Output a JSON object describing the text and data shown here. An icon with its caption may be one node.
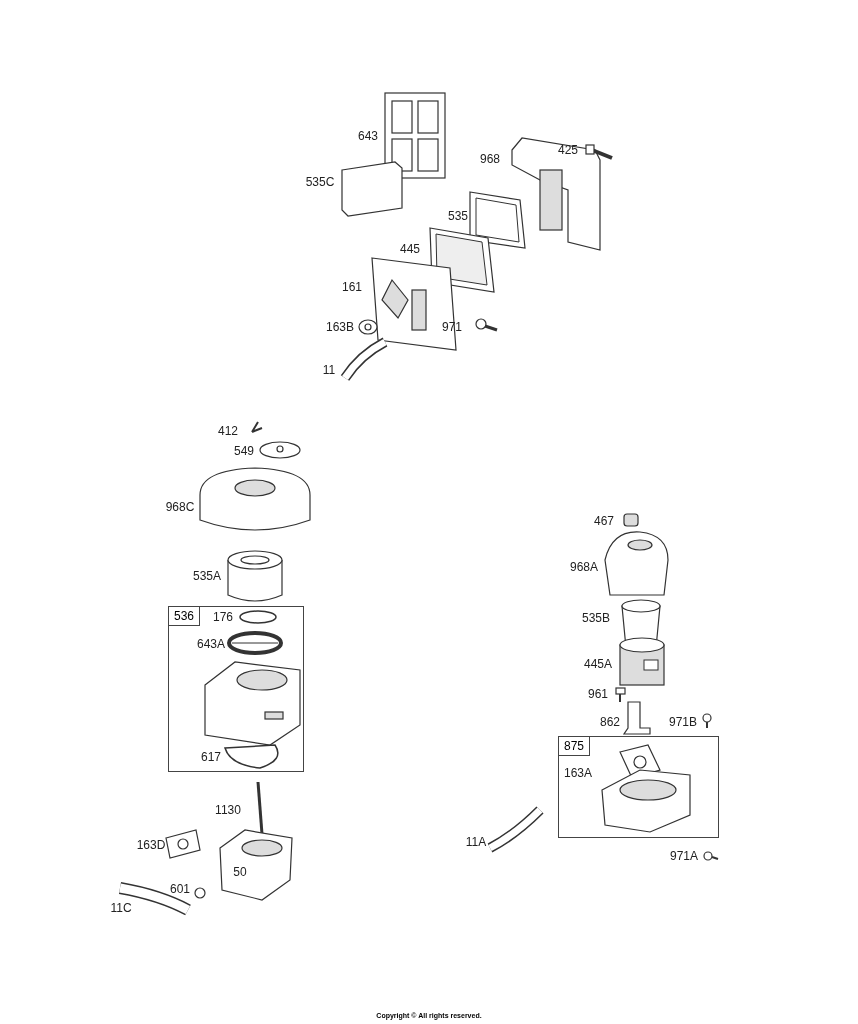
{
  "diagram": {
    "caption": "Copyright © All rights reserved.",
    "nodes": [
      {
        "text": [
          "536"
        ]
      },
      {
        "text": [
          "875"
        ]
      }
    ],
    "labels": [
      "643",
      "425",
      "968",
      "535C",
      "535",
      "445",
      "161",
      "163B",
      "971",
      "11",
      "412",
      "549",
      "968C",
      "467",
      "968A",
      "535A",
      "535B",
      "176",
      "643A",
      "445A",
      "961",
      "862",
      "971B",
      "617",
      "163A",
      "1130",
      "11A",
      "163D",
      "971A",
      "50",
      "601",
      "11C"
    ]
  }
}
